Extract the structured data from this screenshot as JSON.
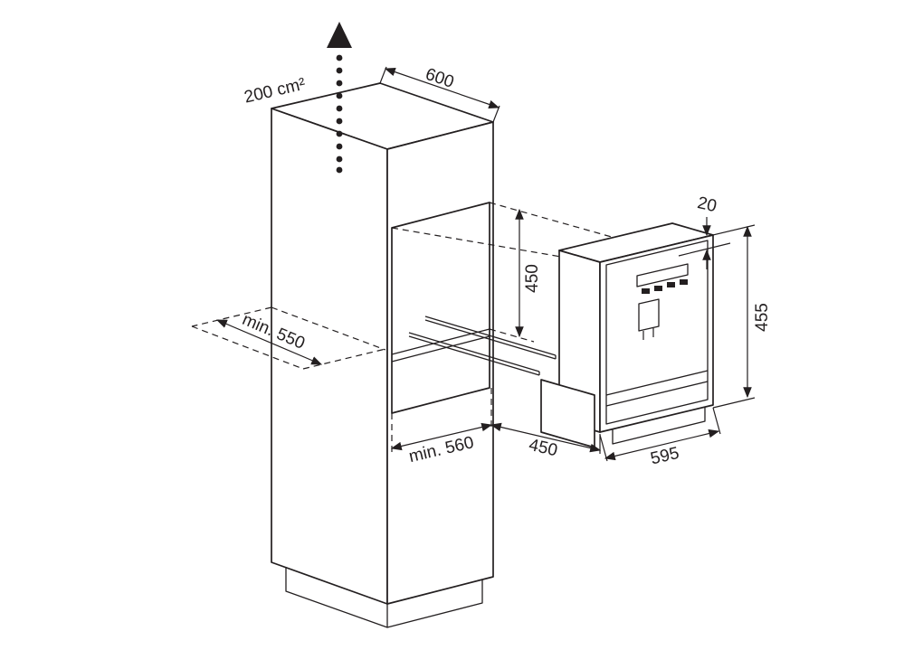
{
  "diagram": {
    "kind": "built-in appliance installation drawing",
    "colors": {
      "line": "#231f20",
      "background": "#ffffff"
    },
    "dimension_labels": {
      "ventilation_area": "200 cm²",
      "cabinet_width": "600",
      "niche_height": "450",
      "front_gap": "20",
      "appliance_height": "455",
      "worktop_depth": "min. 550",
      "niche_depth": "min. 560",
      "niche_bottom_clearance": "450",
      "appliance_width": "595"
    }
  }
}
